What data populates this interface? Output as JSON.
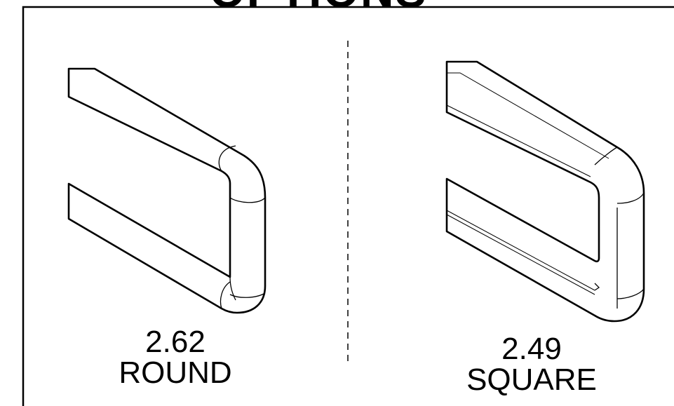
{
  "heading": "OPTIONS",
  "options": [
    {
      "value": "2.62",
      "profile": "ROUND"
    },
    {
      "value": "2.49",
      "profile": "SQUARE"
    }
  ],
  "colors": {
    "line": "#000000",
    "background": "#ffffff"
  }
}
